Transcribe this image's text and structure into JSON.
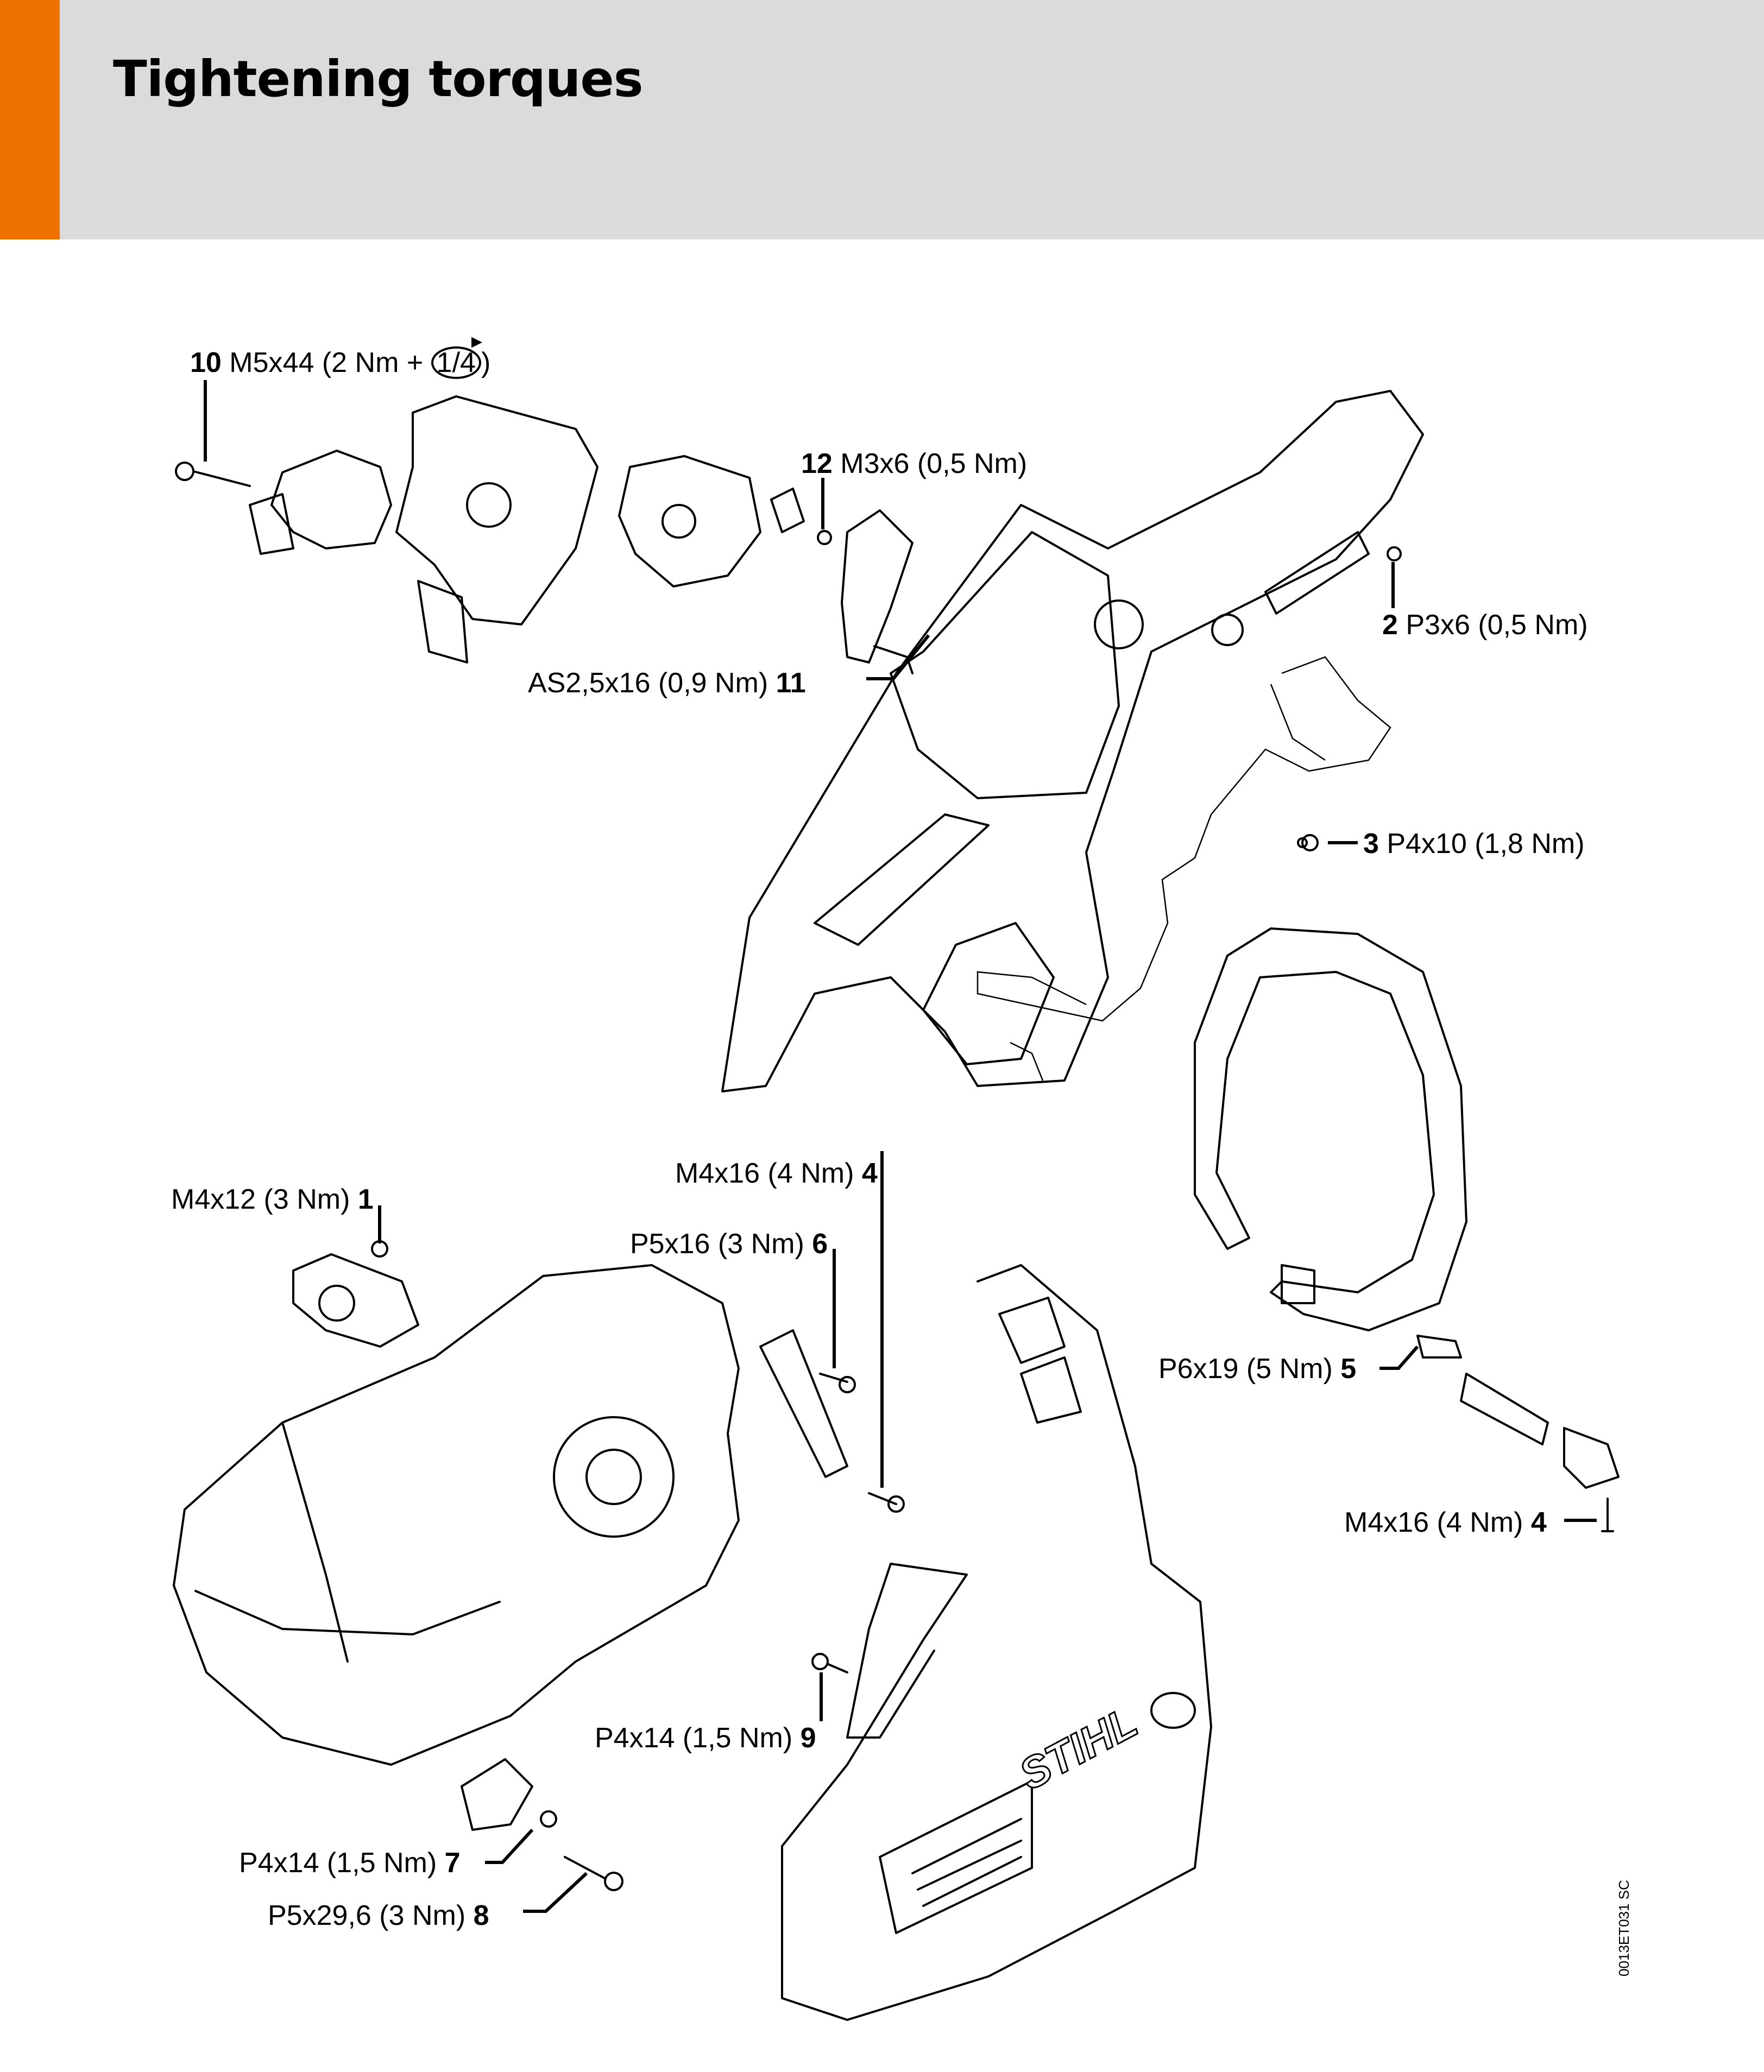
{
  "page": {
    "title": "Tightening torques",
    "accent_color": "#ef7100",
    "header_color": "#dadbda"
  },
  "figure": {
    "code": "0013ET031 SC",
    "brand_mark": "STIHL",
    "callouts": [
      {
        "number": "10",
        "screw": "M5x44",
        "torque": "(2 Nm + ",
        "rotation": "1/4",
        "close": ")"
      },
      {
        "number": "12",
        "screw": "M3x6",
        "torque": "(0,5 Nm)"
      },
      {
        "number": "11",
        "screw": "AS2,5x16",
        "torque": "(0,9 Nm)"
      },
      {
        "number": "2",
        "screw": "P3x6",
        "torque": "(0,5 Nm)"
      },
      {
        "number": "3",
        "screw": "P4x10",
        "torque": "(1,8 Nm)"
      },
      {
        "number": "1",
        "screw": "M4x12",
        "torque": "(3 Nm)"
      },
      {
        "number": "4",
        "screw": "M4x16",
        "torque": "(4 Nm)"
      },
      {
        "number": "6",
        "screw": "P5x16",
        "torque": "(3 Nm)"
      },
      {
        "number": "5",
        "screw": "P6x19",
        "torque": "(5 Nm)"
      },
      {
        "number": "4",
        "screw": "M4x16",
        "torque": "(4 Nm)"
      },
      {
        "number": "9",
        "screw": "P4x14",
        "torque": "(1,5 Nm)"
      },
      {
        "number": "7",
        "screw": "P4x14",
        "torque": "(1,5 Nm)"
      },
      {
        "number": "8",
        "screw": "P5x29,6",
        "torque": "(3 Nm)"
      }
    ]
  }
}
